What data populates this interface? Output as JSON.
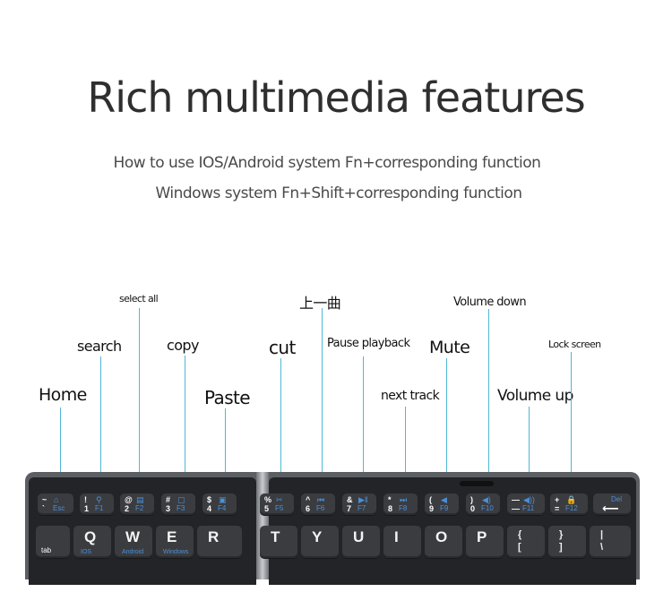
{
  "header": {
    "title": "Rich multimedia features",
    "subtitle_1": "How to use IOS/Android system Fn+corresponding function",
    "subtitle_2": "Windows system Fn+Shift+corresponding function"
  },
  "callouts": {
    "home": "Home",
    "search": "search",
    "select_all": "select all",
    "copy": "copy",
    "paste": "Paste",
    "cut": "cut",
    "previous_track": "上一曲",
    "pause_playback": "Pause playback",
    "next_track": "next track",
    "mute": "Mute",
    "volume_down": "Volume down",
    "volume_up": "Volume up",
    "lock_screen": "Lock screen"
  },
  "colors": {
    "leader_line": "#4fb7d6",
    "fn_legend": "#4a90d9",
    "keyboard_body": "#232427",
    "key_cap": "#3b3c40"
  },
  "keyboard": {
    "fn_row": [
      {
        "top": "~",
        "bottom": "`",
        "icon": "⌂",
        "fn": "Esc"
      },
      {
        "top": "!",
        "bottom": "1",
        "icon": "⚲",
        "fn": "F1"
      },
      {
        "top": "@",
        "bottom": "2",
        "icon": "▤",
        "fn": "F2"
      },
      {
        "top": "#",
        "bottom": "3",
        "icon": "▢",
        "fn": "F3"
      },
      {
        "top": "$",
        "bottom": "4",
        "icon": "▣",
        "fn": "F4"
      },
      {
        "top": "%",
        "bottom": "5",
        "icon": "✂",
        "fn": "F5"
      },
      {
        "top": "^",
        "bottom": "6",
        "icon": "⏮",
        "fn": "F6"
      },
      {
        "top": "&",
        "bottom": "7",
        "icon": "▶‖",
        "fn": "F7"
      },
      {
        "top": "*",
        "bottom": "8",
        "icon": "⏭",
        "fn": "F8"
      },
      {
        "top": "(",
        "bottom": "9",
        "icon": "◀",
        "fn": "F9"
      },
      {
        "top": ")",
        "bottom": "0",
        "icon": "◀)",
        "fn": "F10"
      },
      {
        "top": "—",
        "bottom": "—",
        "icon": "◀))",
        "fn": "F11"
      },
      {
        "top": "+",
        "bottom": "=",
        "icon": "🔒",
        "fn": "F12"
      },
      {
        "top": "Del",
        "bottom": "⟵",
        "icon": "",
        "fn": ""
      }
    ],
    "letter_row": [
      {
        "letter": "",
        "sub": "",
        "label": "tab"
      },
      {
        "letter": "Q",
        "sub": "IOS",
        "label": ""
      },
      {
        "letter": "W",
        "sub": "Android",
        "label": ""
      },
      {
        "letter": "E",
        "sub": "Windows",
        "label": ""
      },
      {
        "letter": "R",
        "sub": "",
        "label": ""
      },
      {
        "letter": "T",
        "sub": "",
        "label": ""
      },
      {
        "letter": "Y",
        "sub": "",
        "label": ""
      },
      {
        "letter": "U",
        "sub": "",
        "label": ""
      },
      {
        "letter": "I",
        "sub": "",
        "label": ""
      },
      {
        "letter": "O",
        "sub": "",
        "label": ""
      },
      {
        "letter": "P",
        "sub": "",
        "label": ""
      },
      {
        "letter": "{",
        "sub": "[",
        "label": ""
      },
      {
        "letter": "}",
        "sub": "]",
        "label": ""
      },
      {
        "letter": "|",
        "sub": "\\",
        "label": ""
      }
    ]
  }
}
